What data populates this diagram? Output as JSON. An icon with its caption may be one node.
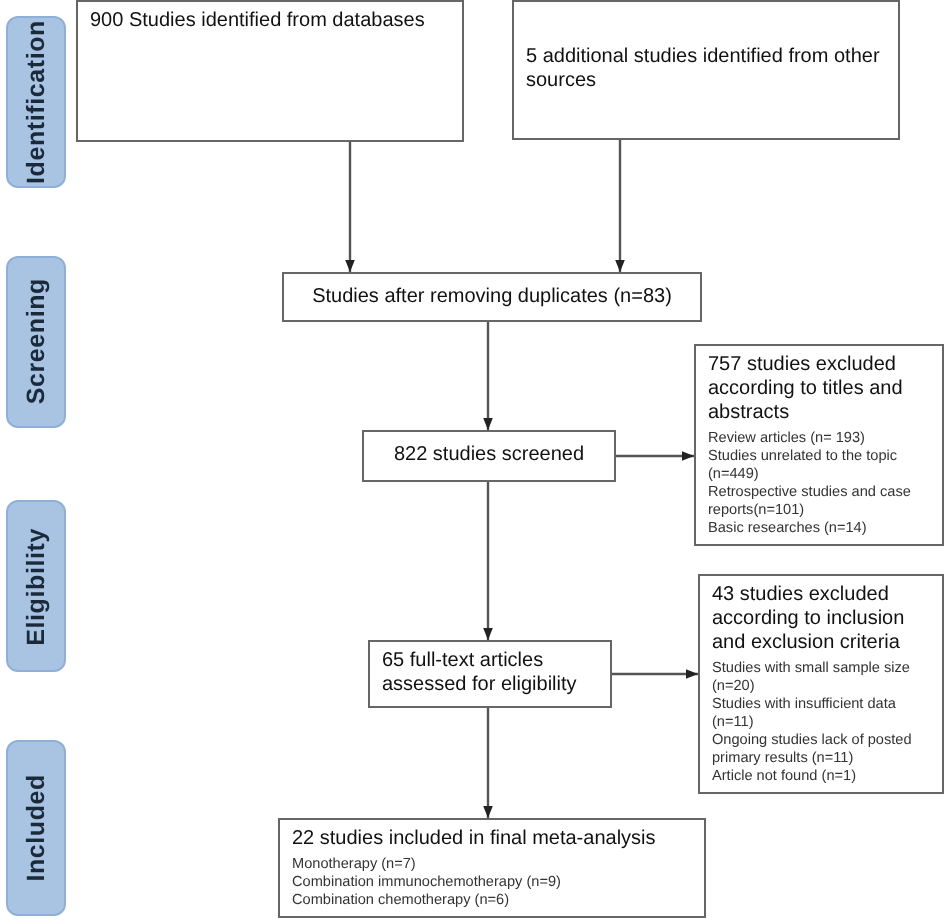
{
  "diagram": {
    "nodes": [
      {
        "text": [
          "Identification"
        ]
      },
      {
        "text": [
          "Screening"
        ]
      },
      {
        "text": [
          "Eligibility"
        ]
      },
      {
        "text": [
          "Included"
        ]
      },
      {
        "text": [
          "900 Studies identified from databases"
        ]
      },
      {
        "text": [
          "5 additional studies identified from other sources"
        ]
      },
      {
        "text": [
          "Studies after removing duplicates (n=83)"
        ]
      },
      {
        "text": [
          "757 studies excluded according to titles and abstracts",
          "Review articles (n= 193)",
          "Studies unrelated to the topic (n=449)",
          "Retrospective studies and case reports(n=101)",
          "Basic researches (n=14)"
        ]
      },
      {
        "text": [
          "822 studies screened"
        ]
      },
      {
        "text": [
          "65 full-text articles assessed for eligibility"
        ]
      },
      {
        "text": [
          "43 studies excluded according to inclusion and exclusion criteria",
          "Studies with small sample size (n=20)",
          "Studies with insufficient data (n=11)",
          "Ongoing studies lack of posted primary results (n=11)",
          "Article not found (n=1)"
        ]
      },
      {
        "text": [
          "22 studies included in final meta-analysis",
          "Monotherapy (n=7)",
          "Combination immunochemotherapy  (n=9)",
          "Combination  chemotherapy (n=6)"
        ]
      }
    ],
    "edges": [
      {
        "from": 4,
        "to": 6,
        "arrow": "to"
      },
      {
        "from": 5,
        "to": 6,
        "arrow": "to"
      },
      {
        "from": 6,
        "to": 8,
        "arrow": "to"
      },
      {
        "from": 8,
        "to": 7,
        "arrow": "to"
      },
      {
        "from": 8,
        "to": 9,
        "arrow": "to"
      },
      {
        "from": 9,
        "to": 10,
        "arrow": "to"
      },
      {
        "from": 9,
        "to": 11,
        "arrow": "to"
      }
    ]
  }
}
